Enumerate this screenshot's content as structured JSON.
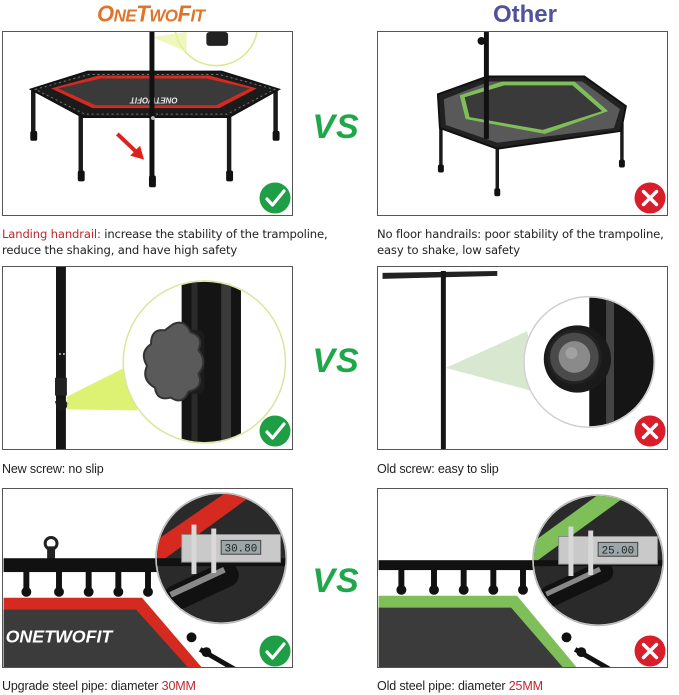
{
  "header": {
    "brand_left_big1": "O",
    "brand_left_small1": "NE",
    "brand_left_big2": "T",
    "brand_left_small2": "WO",
    "brand_left_big3": "F",
    "brand_left_small3": "IT",
    "brand_left": "OneTwoFit",
    "brand_right": "Other"
  },
  "colors": {
    "brand_orange": "#e0742a",
    "other_purple": "#4f5399",
    "vs_green": "#1fa84a",
    "highlight_red": "#c0282d",
    "check_green": "#1e9e45",
    "cross_red": "#d81e2a",
    "trampoline_red_edge": "#d42a1f",
    "trampoline_green_edge": "#7fbf5a",
    "mat_dark": "#3a3a3a"
  },
  "vs_label": "VS",
  "rows": [
    {
      "left": {
        "badge": "check-icon",
        "caption_highlight": "Landing handrail:",
        "caption_rest_line1": " increase the stability of the trampoline,",
        "caption_line2": "reduce the shaking, and have high safety",
        "mat_logo": "ONETWOFIT"
      },
      "right": {
        "badge": "cross-icon",
        "caption_line1": "No floor handrails: poor stability of the trampoline,",
        "caption_line2": "easy to shake, low safety"
      }
    },
    {
      "left": {
        "badge": "check-icon",
        "caption": "New screw: no slip"
      },
      "right": {
        "badge": "cross-icon",
        "caption": "Old screw: easy to slip"
      }
    },
    {
      "left": {
        "badge": "check-icon",
        "caption_prefix": "Upgrade steel pipe: diameter ",
        "caption_highlight": "30MM",
        "caliper_reading": "30.80",
        "mat_logo": "ONETWOFIT"
      },
      "right": {
        "badge": "cross-icon",
        "caption_prefix": "Old steel pipe: diameter ",
        "caption_highlight": "25MM",
        "caliper_reading": "25.00"
      }
    }
  ]
}
